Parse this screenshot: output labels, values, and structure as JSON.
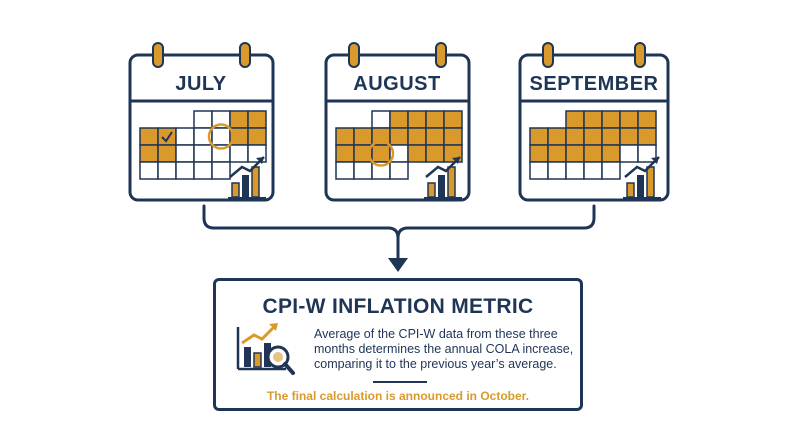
{
  "calendars": [
    {
      "month": "JULY"
    },
    {
      "month": "AUGUST"
    },
    {
      "month": "SEPTEMBER"
    }
  ],
  "metric": {
    "title": "CPI-W INFLATION METRIC",
    "description": "Average of the CPI-W data from these three months determines the annual COLA increase, comparing it to the previous year’s average.",
    "note": "The final calculation is announced in October."
  },
  "colors": {
    "navy": "#1f3556",
    "gold": "#d99a2b"
  },
  "icons": [
    "calendar-icon",
    "checkmark-icon",
    "growth-chart-icon",
    "analysis-magnifier-icon",
    "down-arrow-icon"
  ]
}
